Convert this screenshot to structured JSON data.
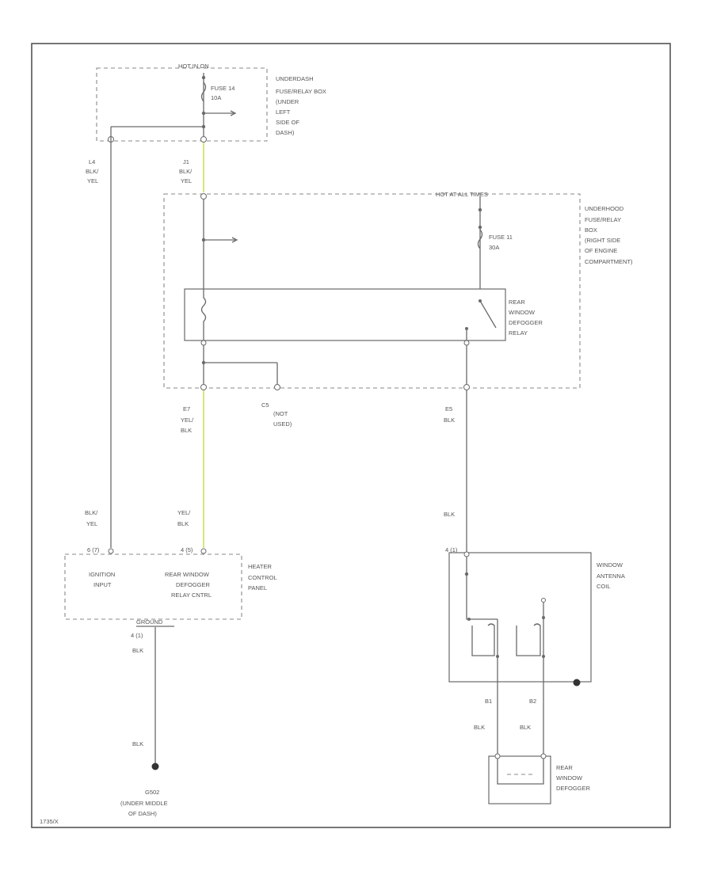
{
  "labels": {
    "hot_in_on": "HOT IN ON",
    "underdash_box": [
      "UNDERDASH",
      "FUSE/RELAY BOX",
      "(UNDER",
      "LEFT",
      "SIDE OF",
      "DASH)"
    ],
    "fuse14": [
      "FUSE 14",
      "10A"
    ],
    "wire_left_top": [
      "L4",
      "BLK/",
      "YEL"
    ],
    "wire_j1": [
      "J1",
      "BLK/",
      "YEL"
    ],
    "hot_at_all_times": "HOT AT ALL TIMES",
    "underhood_box": [
      "UNDERHOOD",
      "FUSE/RELAY",
      "BOX",
      "(RIGHT SIDE",
      "OF ENGINE",
      "COMPARTMENT)"
    ],
    "fuse11": [
      "FUSE 11",
      "30A"
    ],
    "relay": [
      "REAR",
      "WINDOW",
      "DEFOGGER",
      "RELAY"
    ],
    "wire_e7": [
      "E7",
      "YEL/",
      "BLK"
    ],
    "c5_not_used": [
      "C5",
      "(NOT",
      "USED)"
    ],
    "wire_e5": [
      "E5",
      "BLK"
    ],
    "wire_left_mid": [
      "BLK/",
      "YEL"
    ],
    "wire_yel_mid": [
      "YEL/",
      "BLK"
    ],
    "wire_blk_mid": "BLK",
    "ignition_input": [
      "IGNITION",
      "INPUT"
    ],
    "relay_ctrl": [
      "REAR WINDOW",
      "DEFOGGER",
      "RELAY CNTRL"
    ],
    "heater_panel": [
      "HEATER",
      "CONTROL",
      "PANEL"
    ],
    "pin_left": "6 (7)",
    "pin_right": "4 (5)",
    "ground_label": "GROUND",
    "pin_gnd": "4 (1)",
    "wire_gnd": "BLK",
    "wire_gnd2": "BLK",
    "g_loc": [
      "G502",
      "(UNDER MIDDLE",
      "OF DASH)"
    ],
    "antenna_coil": [
      "WINDOW",
      "ANTENNA",
      "COIL"
    ],
    "pin_antenna": "4 (1)",
    "wire_b1": "B1",
    "wire_b2": "B2",
    "wire_blk_b1": "BLK",
    "wire_blk_b2": "BLK",
    "defogger": [
      "REAR",
      "WINDOW",
      "DEFOGGER"
    ],
    "footer_code": "1735/X"
  }
}
